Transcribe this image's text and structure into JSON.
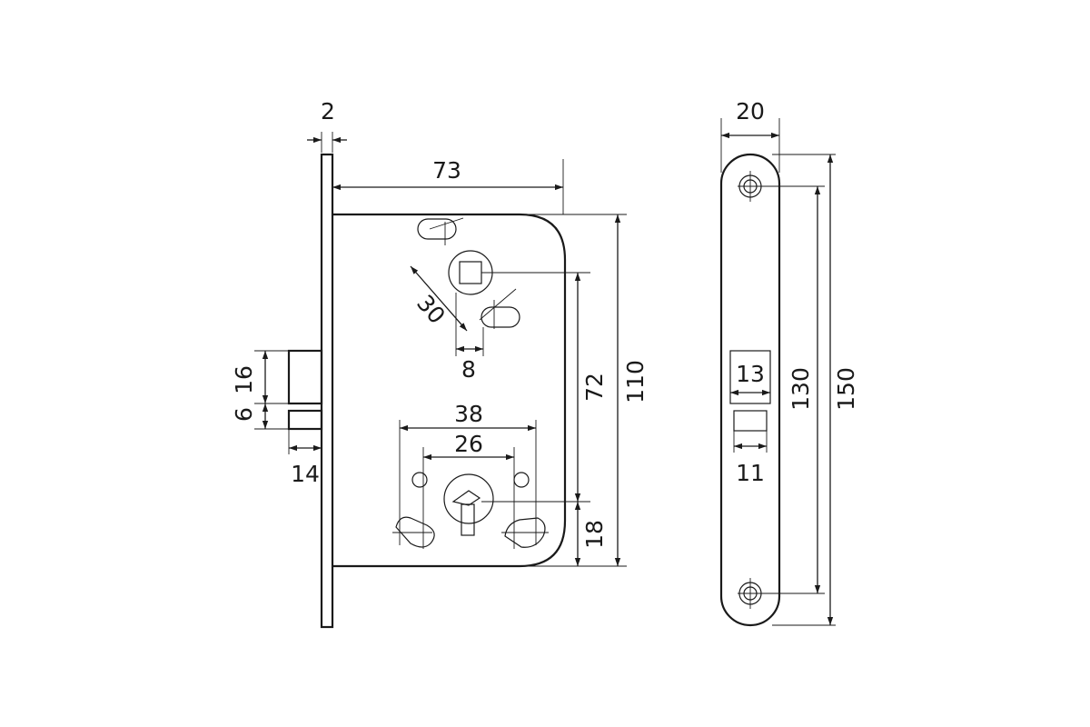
{
  "dimensions": {
    "faceplate_thickness": "2",
    "body_width": "73",
    "handle_fixing_spacing": "30",
    "spindle_size": "8",
    "cylinder_spacing_outer": "38",
    "cylinder_spacing_inner": "26",
    "backset_handle_cylinder": "72",
    "case_height": "110",
    "cylinder_to_bottom": "18",
    "latch_height": "16",
    "bolt_height": "6",
    "latch_projection": "14",
    "strike_width": "20",
    "strike_hole_spacing": "130",
    "strike_length": "150",
    "strike_latch_cutout": "13",
    "strike_bolt_cutout": "11"
  },
  "icons": {
    "mortise_lock_body": "mortise-lock-body-icon",
    "strike_plate": "strike-plate-icon",
    "screw_hole": "screw-hole-icon"
  }
}
